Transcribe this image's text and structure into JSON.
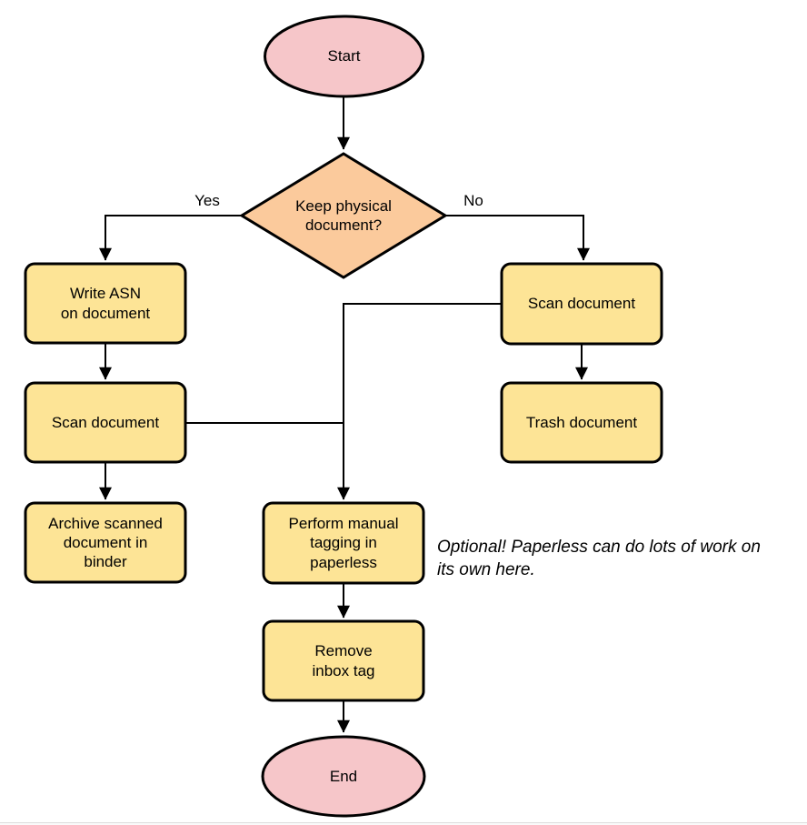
{
  "diagram": {
    "colors": {
      "terminal_fill": "#f6c6c9",
      "decision_fill": "#fbca9c",
      "process_fill": "#fde496",
      "stroke": "#000000"
    },
    "nodes": {
      "start": {
        "label": "Start",
        "type": "terminal"
      },
      "decision": {
        "label": "Keep physical\ndocument?",
        "type": "decision"
      },
      "write_asn": {
        "label": "Write ASN\non document",
        "type": "process"
      },
      "scan_left": {
        "label": "Scan document",
        "type": "process"
      },
      "archive": {
        "label": "Archive scanned\ndocument in\nbinder",
        "type": "process"
      },
      "scan_right": {
        "label": "Scan document",
        "type": "process"
      },
      "trash": {
        "label": "Trash document",
        "type": "process"
      },
      "tagging": {
        "label": "Perform manual\ntagging in\npaperless",
        "type": "process"
      },
      "remove_inbox": {
        "label": "Remove\ninbox tag",
        "type": "process"
      },
      "end": {
        "label": "End",
        "type": "terminal"
      }
    },
    "edge_labels": {
      "yes": "Yes",
      "no": "No"
    },
    "annotation": "Optional! Paperless can do lots of work on\nits own here."
  }
}
